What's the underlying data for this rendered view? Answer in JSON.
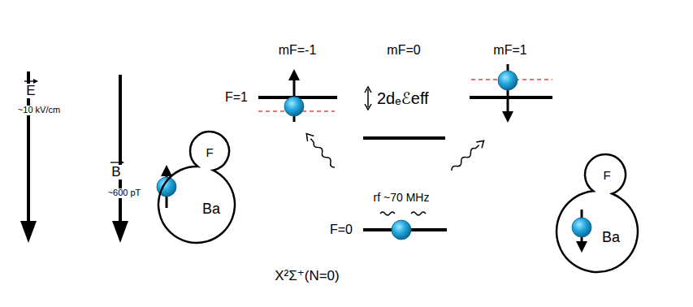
{
  "diagram": {
    "nodes": [
      {
        "text": [
          "F",
          "Ba"
        ]
      },
      {
        "text": [
          "F",
          "Ba"
        ]
      }
    ],
    "labels": [
      "E",
      "~10 kV/cm",
      "B",
      "~600 pT",
      "mF=-1",
      "mF=0",
      "mF=1",
      "F=1",
      "2dₑℰeff",
      "rf ~70 MHz",
      "F=0",
      "X²Σ⁺(N=0)"
    ]
  }
}
